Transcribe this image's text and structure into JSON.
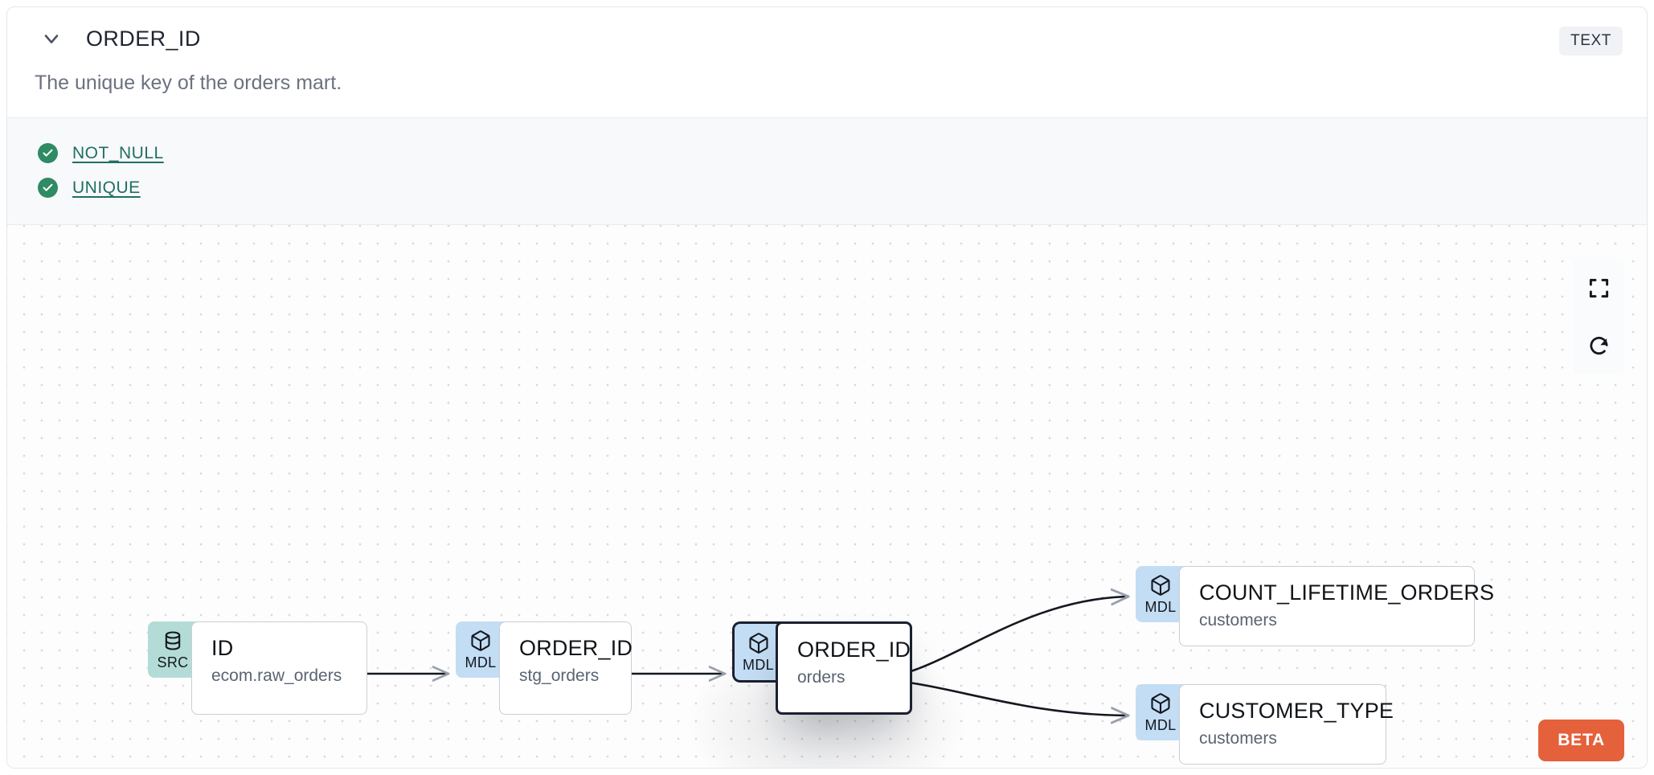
{
  "header": {
    "collapse_icon": "chevron-down-icon",
    "title": "ORDER_ID",
    "type_badge": "TEXT"
  },
  "description": "The unique key of the orders mart.",
  "tests": {
    "items": [
      {
        "status_icon": "check-circle-icon",
        "label": "NOT_NULL",
        "status": "pass"
      },
      {
        "status_icon": "check-circle-icon",
        "label": "UNIQUE",
        "status": "pass"
      }
    ]
  },
  "lineage": {
    "nodes": [
      {
        "id": "src",
        "badge": "SRC",
        "badge_icon": "database-icon",
        "name": "ID",
        "sub": "ecom.raw_orders",
        "selected": false
      },
      {
        "id": "stg",
        "badge": "MDL",
        "badge_icon": "cube-icon",
        "name": "ORDER_ID",
        "sub": "stg_orders",
        "selected": false
      },
      {
        "id": "orders",
        "badge": "MDL",
        "badge_icon": "cube-icon",
        "name": "ORDER_ID",
        "sub": "orders",
        "selected": true
      },
      {
        "id": "count",
        "badge": "MDL",
        "badge_icon": "cube-icon",
        "name": "COUNT_LIFETIME_ORDERS",
        "sub": "customers",
        "selected": false
      },
      {
        "id": "ctype",
        "badge": "MDL",
        "badge_icon": "cube-icon",
        "name": "CUSTOMER_TYPE",
        "sub": "customers",
        "selected": false
      }
    ],
    "edges": [
      {
        "from": "src",
        "to": "stg"
      },
      {
        "from": "stg",
        "to": "orders"
      },
      {
        "from": "orders",
        "to": "count"
      },
      {
        "from": "orders",
        "to": "ctype"
      }
    ],
    "controls": [
      {
        "id": "fit-view",
        "icon": "fullscreen-icon"
      },
      {
        "id": "reset-view",
        "icon": "refresh-icon"
      }
    ],
    "beta_label": "BETA"
  },
  "colors": {
    "src_badge": "#b4dcd6",
    "mdl_badge": "#c3ddf4",
    "test_pass": "#2e8b63",
    "test_link": "#1f6f64",
    "beta": "#e4613c",
    "selected_border": "#1b2030"
  }
}
